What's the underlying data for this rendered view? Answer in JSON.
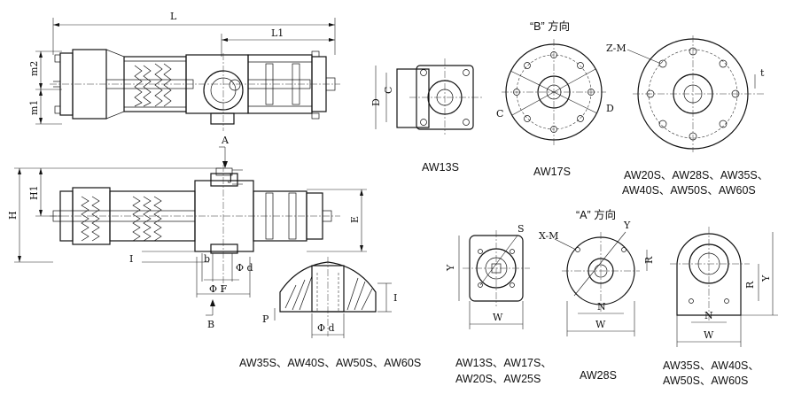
{
  "labels": {
    "L": "L",
    "L1": "L1",
    "m2": "m2",
    "m1": "m1",
    "H": "H",
    "H1": "H1",
    "A": "A",
    "B": "B",
    "J": "J",
    "E": "E",
    "I": "I",
    "b": "b",
    "phi_d": "Φ d",
    "phi_F": "Φ F",
    "P": "P",
    "I2": "I",
    "phi_d2": "Φ d",
    "C": "C",
    "D": "D",
    "C2": "C",
    "D2": "D",
    "ZM": "Z-M",
    "t": "t",
    "S": "S",
    "Y": "Y",
    "W": "W",
    "XM": "X-M",
    "Y2": "Y",
    "R": "R",
    "N": "N",
    "W2": "W",
    "R2": "R",
    "Y3": "Y",
    "N2": "N",
    "W3": "W"
  },
  "view_titles": {
    "b_view": "“B” 方向",
    "a_view": "“A” 方向"
  },
  "captions": {
    "aw13s": "AW13S",
    "aw17s": "AW17S",
    "aw20s_line1": "AW20S、AW28S、AW35S、",
    "aw20s_line2": "AW40S、AW50S、AW60S",
    "aw35s_section": "AW35S、AW40S、AW50S、AW60S",
    "aw13s_line1": "AW13S、AW17S、",
    "aw13s_line2": "AW20S、AW25S",
    "aw28s": "AW28S",
    "aw35s_line1": "AW35S、AW40S、",
    "aw35s_line2": "AW50S、AW60S"
  }
}
